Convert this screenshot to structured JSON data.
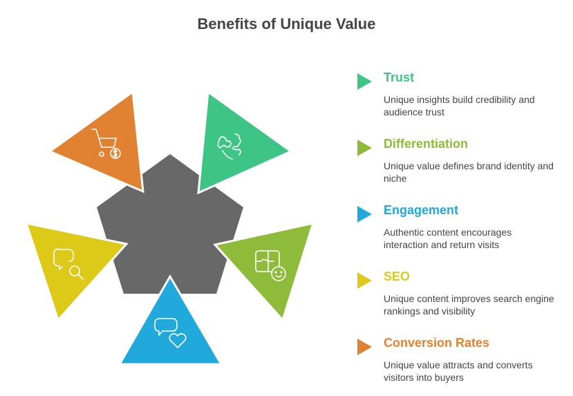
{
  "title": "Benefits of Unique Value",
  "colors": {
    "center": "#686868",
    "trust": "#3ec585",
    "differentiation": "#8fbb3a",
    "engagement": "#20a9da",
    "seo": "#dcc918",
    "conversion": "#e08232"
  },
  "items": [
    {
      "label": "Trust",
      "description": "Unique insights build credibility and audience trust",
      "color": "#3ec585",
      "icon": "handshake-icon"
    },
    {
      "label": "Differentiation",
      "description": "Unique value defines brand identity and niche",
      "color": "#8fbb3a",
      "icon": "puzzle-face-icon"
    },
    {
      "label": "Engagement",
      "description": "Authentic content encourages interaction and return visits",
      "color": "#20a9da",
      "icon": "chat-heart-icon"
    },
    {
      "label": "SEO",
      "description": "Unique content improves search engine rankings and visibility",
      "color": "#dcc918",
      "icon": "chat-search-icon"
    },
    {
      "label": "Conversion Rates",
      "description": "Unique value attracts and converts visitors into buyers",
      "color": "#e08232",
      "icon": "cart-dollar-icon"
    }
  ]
}
